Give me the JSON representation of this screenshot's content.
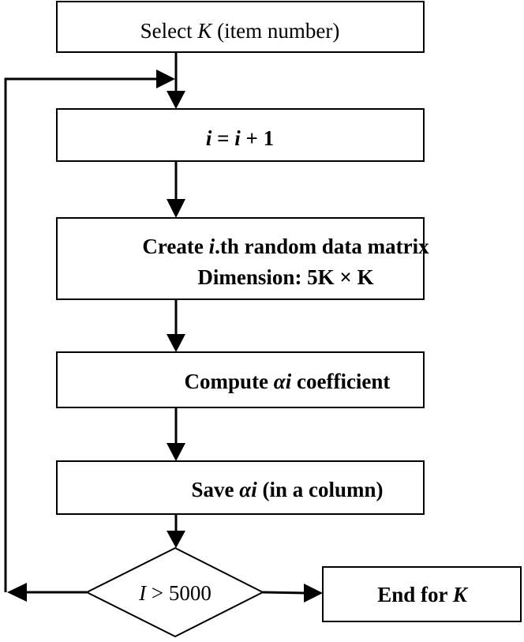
{
  "colors": {
    "stroke": "#000000",
    "background": "#ffffff"
  },
  "steps": {
    "select": {
      "prefix": "Select ",
      "var": "K",
      "suffix": " (item number)"
    },
    "increment": {
      "lhs": "i",
      "op": " = ",
      "rhs": "i",
      "tail": " + 1"
    },
    "create": {
      "line1_prefix": "Create ",
      "line1_var": "i",
      "line1_suffix": ".th random data matrix",
      "line2": "Dimension: 5K × K"
    },
    "compute": {
      "prefix": "Compute ",
      "var": "αi",
      "suffix": " coefficient"
    },
    "save": {
      "prefix": "Save ",
      "var": "αi",
      "suffix": " (in a column)"
    },
    "decision": {
      "var": "I",
      "cond": " > 5000"
    },
    "end": {
      "prefix": "End for ",
      "var": "K"
    }
  }
}
